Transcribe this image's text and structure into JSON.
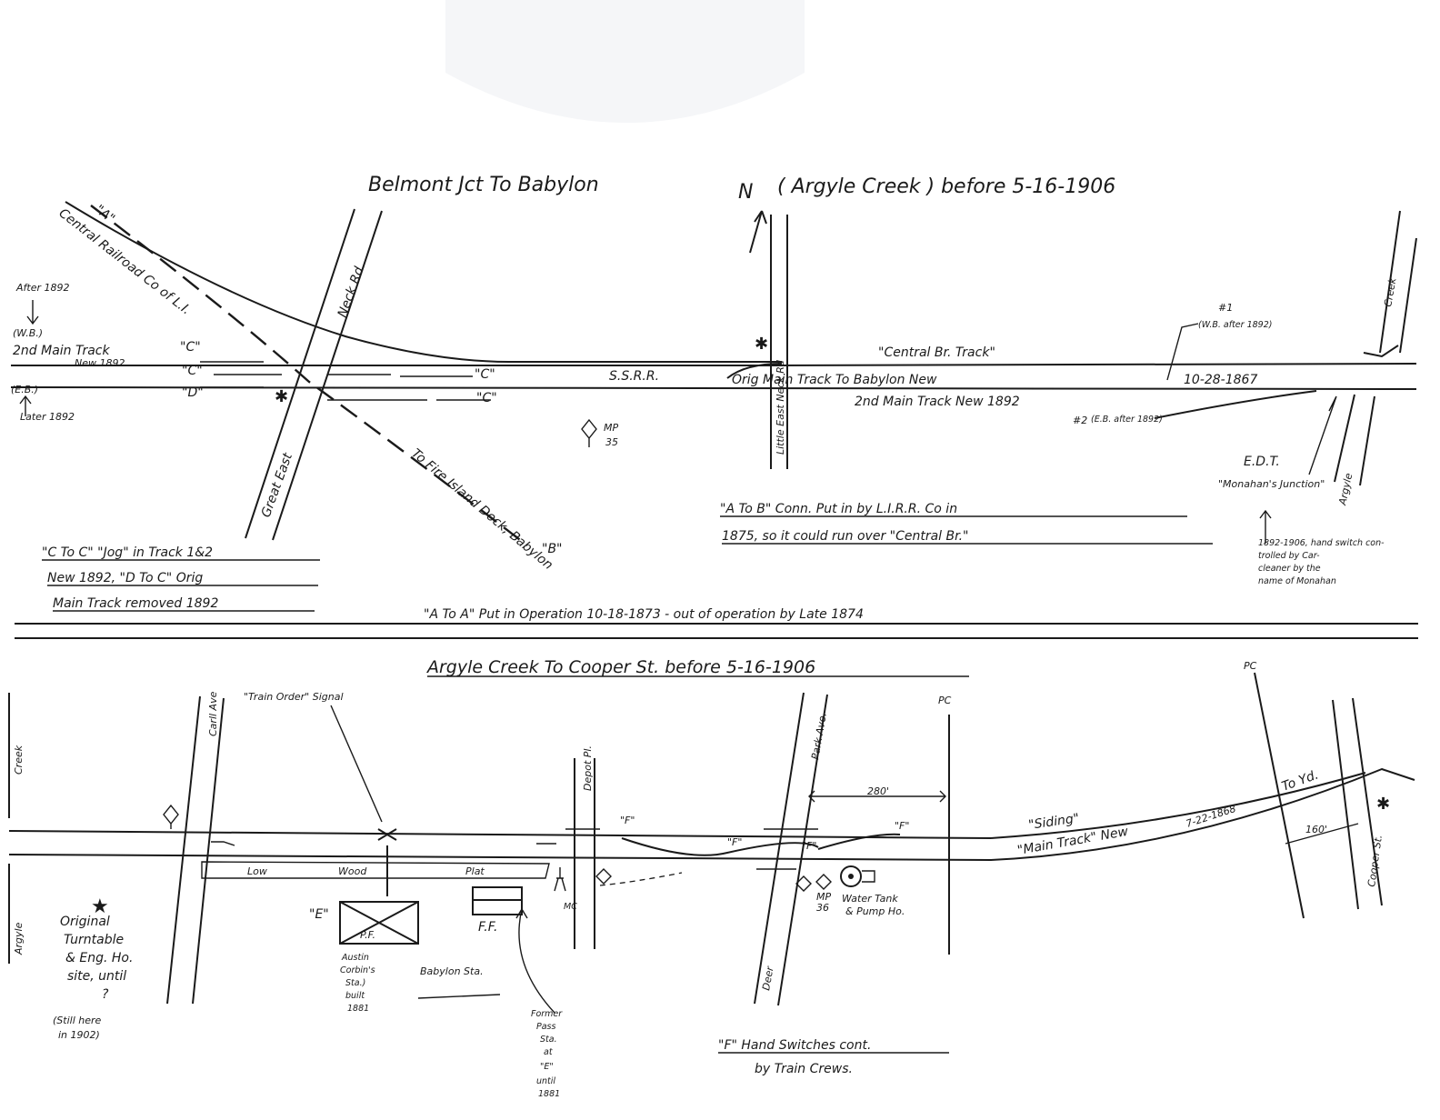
{
  "upper": {
    "title": "Belmont Jct To Babylon",
    "north": "N",
    "title_paren": "( Argyle Creek ) before 5-16-1906",
    "label_a": "\"A\"",
    "central_rr": "Central Railroad Co of L.I.",
    "after_1892": "After 1892",
    "wb": "(W.B.)",
    "second_main": "2nd Main Track",
    "new_1892": "New 1892",
    "eb": "(E.B.)",
    "later_1892": "Later 1892",
    "pt_c": "\"C\"",
    "pt_c2": "\"C\"",
    "pt_d": "\"D\"",
    "pt_c3": "\"C\"",
    "pt_c4": "\"C\"",
    "neck_rd": "Neck Rd.",
    "great_east": "Great East",
    "little_east_neck": "Little East Neck Rd",
    "fire_island": "To Fire Island Dock, Babylon",
    "label_b": "\"B\"",
    "central_br_track": "\"Central Br. Track\"",
    "ssrr": "S.S.R.R.",
    "orig_main": "Orig Main Track To Babylon New",
    "date_1867": "10-28-1867",
    "second_main_track": "2nd Main Track New 1892",
    "mp35_top": "MP",
    "mp35_bot": "35",
    "sw1": "#1",
    "sw1_note": "(W.B. after 1892)",
    "sw2": "#2",
    "sw2_note": "(E.B. after 1892)",
    "creek": "Creek",
    "argyle": "Argyle",
    "edt": "E.D.T.",
    "monahans": "\"Monahan's Junction\"",
    "monahan_note": [
      "1892-1906, hand switch con-",
      "trolled by Car-",
      "cleaner by the",
      "name of Monahan"
    ],
    "ab_note": [
      "\"A To B\" Conn. Put in by L.I.R.R. Co in",
      "1875, so it could run over \"Central Br.\""
    ],
    "ctoc_note": [
      "\"C To C\" \"Jog\" in Track 1&2",
      "New 1892, \"D To C\" Orig",
      "Main Track removed 1892"
    ]
  },
  "divider_note": "\"A To A\" Put in Operation 10-18-1873 - out of operation by Late 1874",
  "lower": {
    "title": "Argyle Creek To Cooper St. before 5-16-1906",
    "creek": "Creek",
    "argyle": "Argyle",
    "carll_ave": "Carll Ave",
    "train_order_signal": "\"Train Order\" Signal",
    "low_wood_plat": [
      "Low",
      "Wood",
      "Plat"
    ],
    "label_e": "\"E\"",
    "pf": "P.F.",
    "austin_corbin": [
      "Austin",
      "Corbin's",
      "Sta.)",
      "built",
      "1881"
    ],
    "ff": "F.F.",
    "babylon_sta": "Babylon Sta.",
    "former_pass": [
      "Former",
      "Pass",
      "Sta.",
      "at",
      "\"E\"",
      "until",
      "1881"
    ],
    "original_turntable": [
      "Original",
      "Turntable",
      "& Eng. Ho.",
      "site, until",
      "?"
    ],
    "still_here": [
      "(Still here",
      "in 1902)"
    ],
    "depot_pl": "Depot Pl.",
    "mc": "MC",
    "park_ave": "Park Ave.",
    "deer": "Deer",
    "pc1": "PC",
    "pc2": "PC",
    "dim_280": "280'",
    "dim_160": "160'",
    "sw_f1": "\"F\"",
    "sw_f2": "\"F\"",
    "sw_f3": "\"F\"",
    "sw_f4": "\"F\"",
    "mp36_top": "MP",
    "mp36_bot": "36",
    "water_tank": [
      "Water Tank",
      "& Pump Ho."
    ],
    "siding": "\"Siding\"",
    "main_track": "\"Main Track\" New",
    "new_1868": "7-22-1868",
    "to_yd": "To Yd.",
    "cooper_st": "Cooper St.",
    "f_note": [
      "\"F\" Hand Switches cont.",
      "by Train Crews."
    ]
  }
}
